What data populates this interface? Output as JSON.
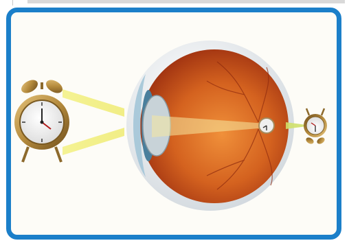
{
  "diagram": {
    "subject": "eye-focusing-light-onto-retina",
    "object": "alarm-clock",
    "image_on_retina": "inverted-alarm-clock",
    "colors": {
      "frame": "#1b7fc9",
      "light_beam": "#f2ef7a",
      "eye_interior": "#c4461a",
      "eye_highlight": "#f0903a",
      "sclera": "#e9edf1",
      "lens": "#b9c8cf",
      "clock_body": "#b48a3c"
    }
  }
}
